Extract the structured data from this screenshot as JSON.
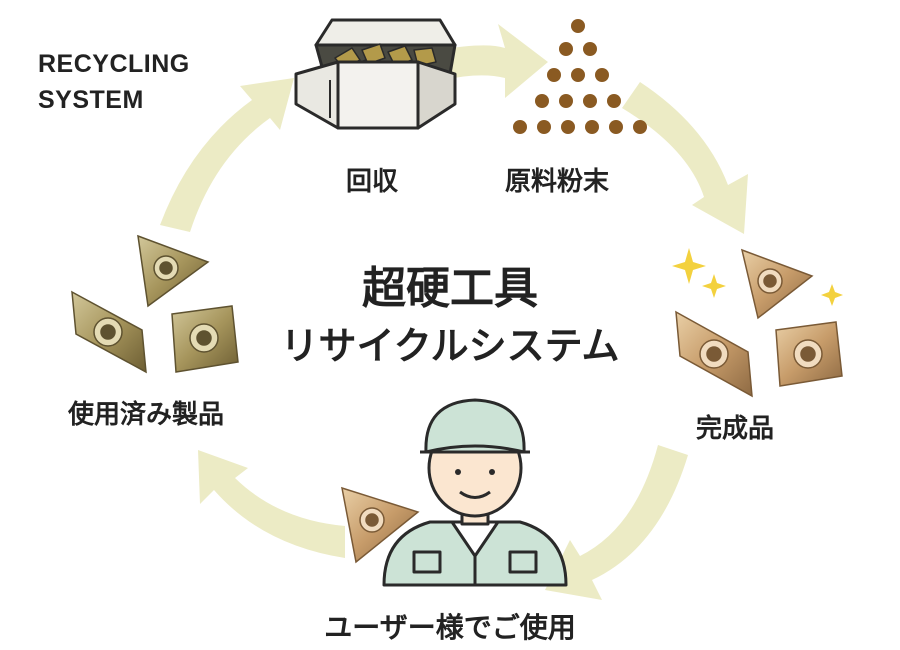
{
  "corner_title": {
    "line1": "RECYCLING",
    "line2": "SYSTEM"
  },
  "center_title": {
    "line1": "超硬工具",
    "line2": "リサイクルシステム"
  },
  "stages": {
    "collect": "回収",
    "powder": "原料粉末",
    "finished": "完成品",
    "user": "ユーザー様でご使用",
    "used": "使用済み製品"
  },
  "colors": {
    "arrow": "#ecebc5",
    "text": "#222222",
    "powder_dot": "#8a5a22",
    "insert_new": "#d2b48c",
    "insert_used": "#b3a16e",
    "box": "#dedcd4",
    "uniform": "#cce3d6",
    "skin": "#fbe6d0",
    "sparkle": "#f3d13e"
  },
  "icons": [
    "recycle-box-icon",
    "powder-pile-icon",
    "sparkle-icon",
    "insert-triangle-icon",
    "insert-rhombus-icon",
    "insert-square-icon",
    "worker-icon"
  ]
}
